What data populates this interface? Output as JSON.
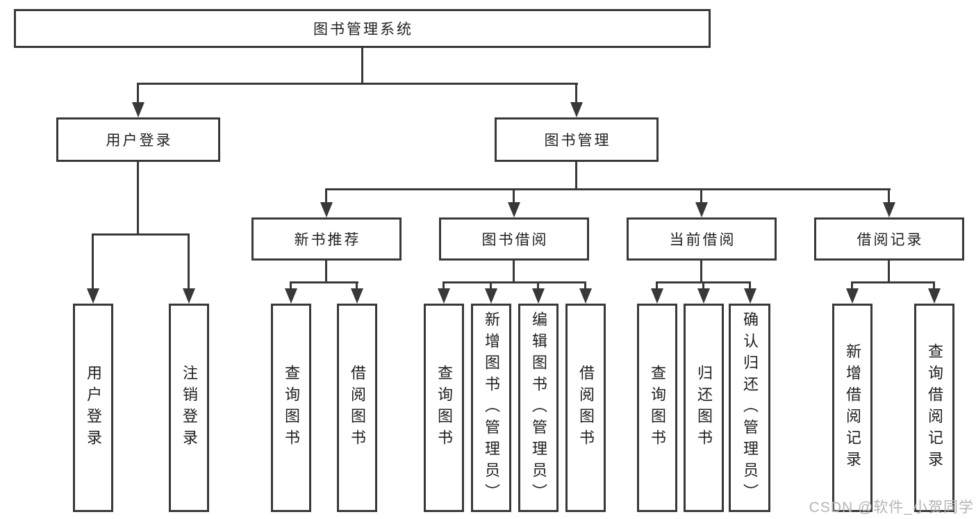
{
  "diagram": {
    "title": "图书管理系统",
    "type": "function-structure-tree",
    "colors": {
      "line": "#383838",
      "box_border": "#383838",
      "box_background": "#ffffff",
      "text": "#1f1f1f",
      "watermark": "#b4b4b4",
      "page_background": "#ffffff"
    }
  },
  "tree": {
    "root": {
      "label": "图书管理系统"
    },
    "branches": [
      {
        "label": "用户登录",
        "children": [
          {
            "label": "用户登录"
          },
          {
            "label": "注销登录"
          }
        ]
      },
      {
        "label": "图书管理",
        "children": [
          {
            "label": "新书推荐",
            "children": [
              {
                "label": "查询图书"
              },
              {
                "label": "借阅图书"
              }
            ]
          },
          {
            "label": "图书借阅",
            "children": [
              {
                "label": "查询图书"
              },
              {
                "label": "新增图书（管理员）"
              },
              {
                "label": "编辑图书（管理员）"
              },
              {
                "label": "借阅图书"
              }
            ]
          },
          {
            "label": "当前借阅",
            "children": [
              {
                "label": "查询图书"
              },
              {
                "label": "归还图书"
              },
              {
                "label": "确认归还（管理员）"
              }
            ]
          },
          {
            "label": "借阅记录",
            "children": [
              {
                "label": "新增借阅记录"
              },
              {
                "label": "查询借阅记录"
              }
            ]
          }
        ]
      }
    ]
  },
  "watermark": {
    "text": "CSDN @软件_小贺同学"
  }
}
